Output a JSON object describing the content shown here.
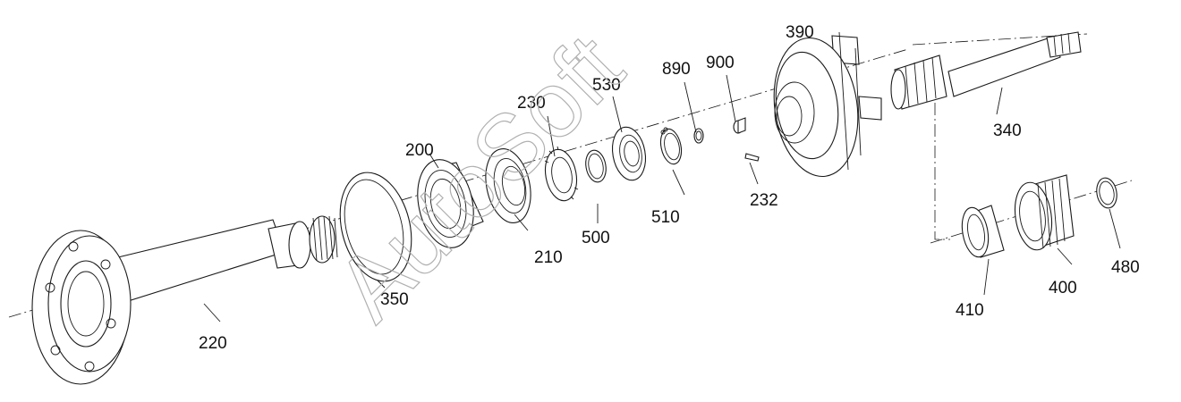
{
  "watermark": "AutoSoft",
  "callouts": {
    "c200": "200",
    "c210": "210",
    "c220": "220",
    "c230": "230",
    "c232": "232",
    "c340": "340",
    "c350": "350",
    "c390": "390",
    "c400": "400",
    "c410": "410",
    "c480": "480",
    "c500": "500",
    "c510": "510",
    "c530": "530",
    "c890": "890",
    "c900": "900"
  }
}
